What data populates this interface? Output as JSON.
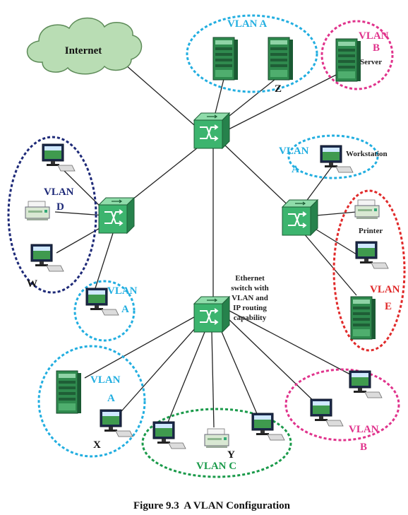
{
  "internet": {
    "label": "Internet"
  },
  "vlan_labels": {
    "top_a_1": "VLAN A",
    "top_b_1": "VLAN",
    "top_b_2": "B",
    "work_a_1": "VLAN",
    "work_a_2": "A",
    "left_d_1": "VLAN",
    "left_d_2": "D",
    "left_a_1": "VLAN",
    "left_a_2": "A",
    "right_e_1": "VLAN",
    "right_e_2": "E",
    "bottom_a_1": "VLAN",
    "bottom_a_2": "A",
    "bottom_c": "VLAN C",
    "bottom_b_1": "VLAN",
    "bottom_b_2": "B"
  },
  "device_labels": {
    "server": "Server",
    "workstation": "Workstation",
    "printer": "Printer"
  },
  "node_letters": {
    "z": "Z",
    "w": "W",
    "x": "X",
    "y": "Y"
  },
  "switch_note": [
    "Ethernet",
    "switch with",
    "VLAN and",
    "IP routing",
    "capability"
  ],
  "caption": "Figure 9.3  A VLAN Configuration",
  "colors": {
    "vlan_a": "#22aee0",
    "vlan_b": "#e0338c",
    "vlan_c": "#1a9a4a",
    "vlan_d": "#1e2a78",
    "vlan_e": "#e02a2a",
    "switch": "#3cb46e",
    "cloud": "#b9ddb4"
  }
}
